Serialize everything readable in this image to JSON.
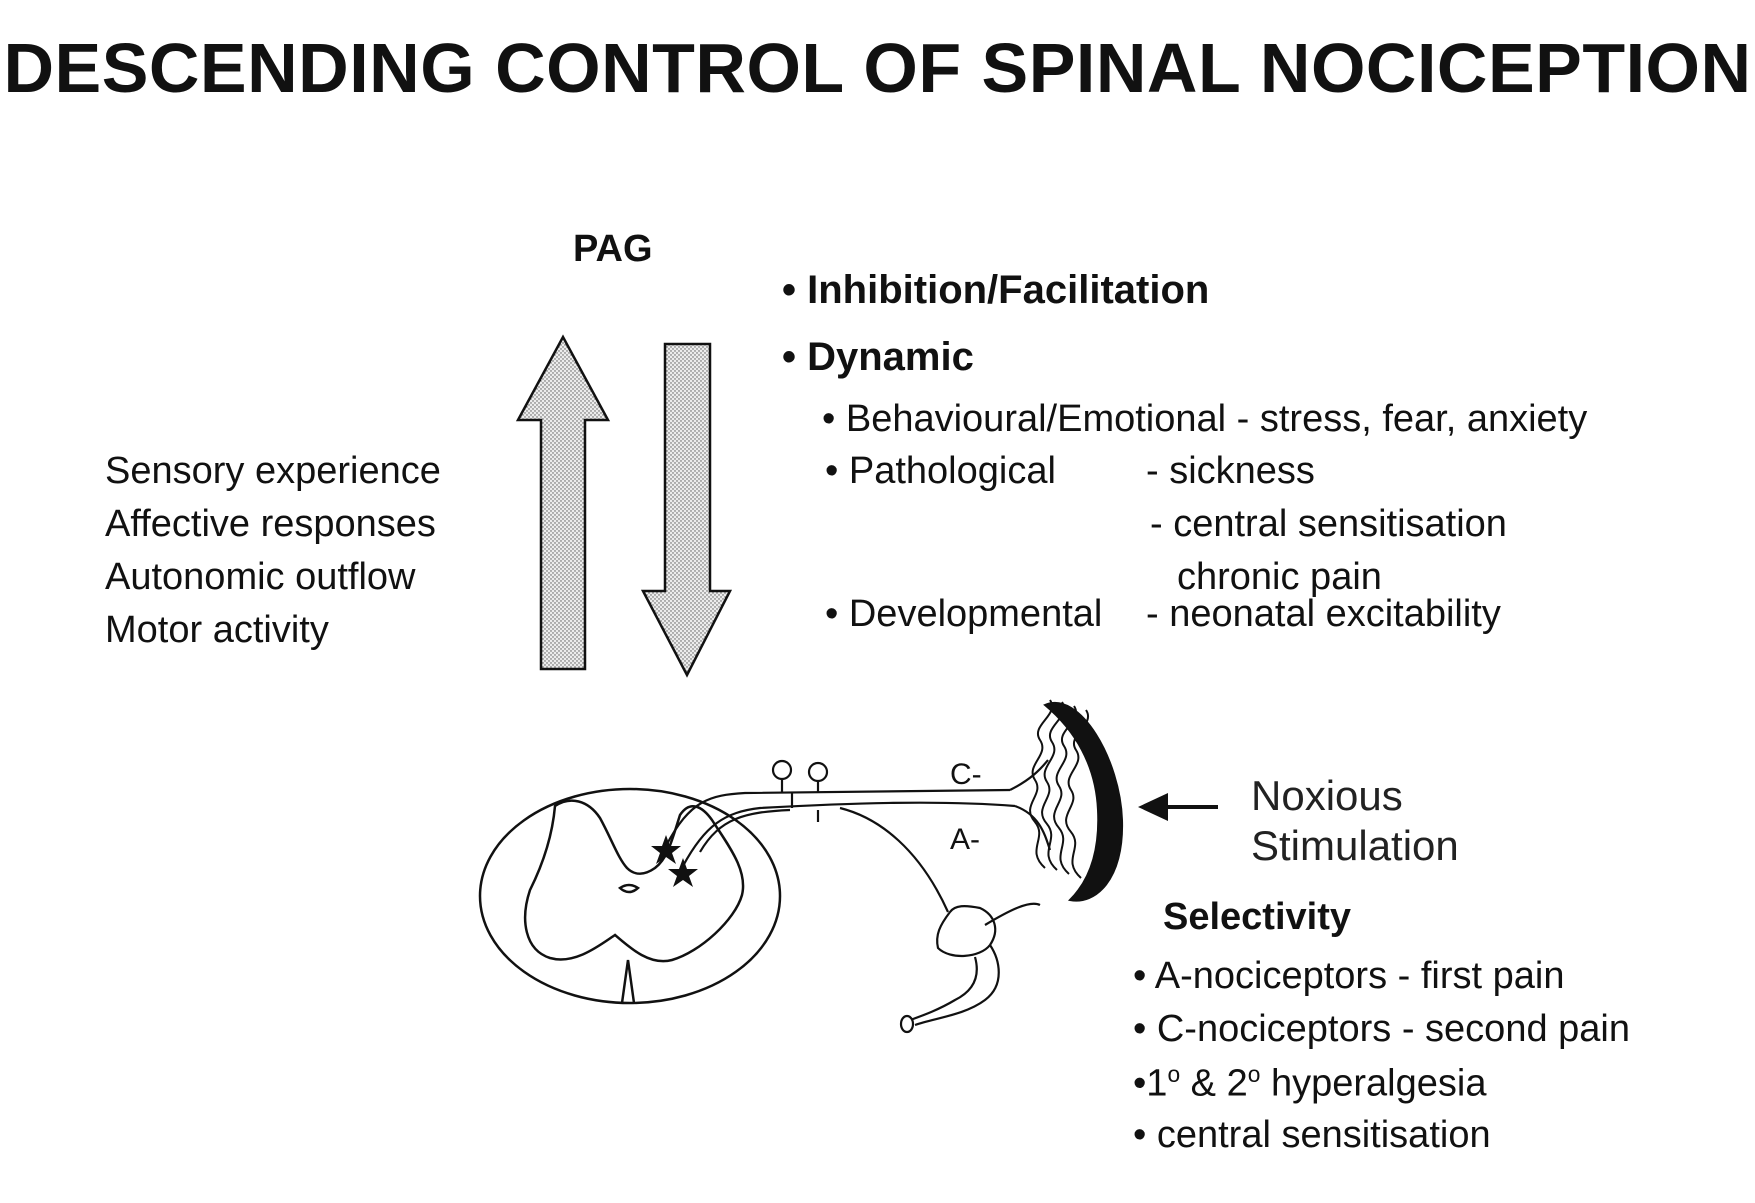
{
  "title": "DESCENDING CONTROL OF SPINAL NOCICEPTION",
  "pag_label": "PAG",
  "left_outcomes": [
    "Sensory experience",
    "Affective responses",
    "Autonomic outflow",
    "Motor activity"
  ],
  "modulation": {
    "point1": "• Inhibition/Facilitation",
    "point2": "• Dynamic",
    "behavioural": "• Behavioural/Emotional - stress, fear, anxiety",
    "pathological": "• Pathological",
    "path_item1": "- sickness",
    "path_item2": "- central sensitisation",
    "path_item3": "chronic pain",
    "developmental": "• Developmental",
    "dev_item": "- neonatal excitability"
  },
  "fiber_labels": {
    "c": "C-",
    "a": "A-"
  },
  "stimulus": {
    "line1": "Noxious",
    "line2": "Stimulation"
  },
  "selectivity": {
    "heading": "Selectivity",
    "item1": "• A-nociceptors - first pain",
    "item2": "• C-nociceptors - second pain",
    "item3_prefix": "•1",
    "item3_sup1": "o",
    "item3_mid": " & 2",
    "item3_sup2": "o",
    "item3_suffix": " hyperalgesia",
    "item4": "• central sensitisation"
  },
  "colors": {
    "ink": "#111111",
    "arrow_fill": "#e6e6e6"
  }
}
